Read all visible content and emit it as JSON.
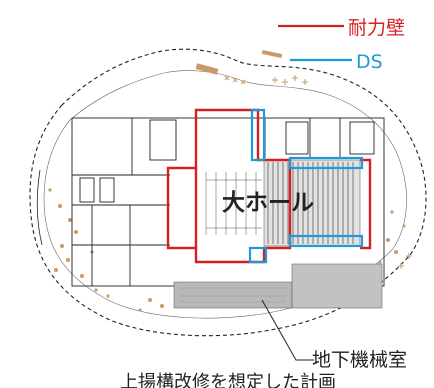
{
  "legend": {
    "items": [
      {
        "label": "耐力壁",
        "color": "#d42020"
      },
      {
        "label": "DS",
        "color": "#1e9ad6"
      }
    ]
  },
  "labels": {
    "main_hall": "大ホール",
    "machine_room": "地下機械室",
    "caption": "上揚構改修を想定した計画"
  },
  "colors": {
    "wall": "#d42020",
    "duct": "#1e9ad6",
    "line": "#222222",
    "seat": "#8a8a8a",
    "basement": "#b8b8b8",
    "tree": "#c89a6a",
    "text": "#222222"
  }
}
